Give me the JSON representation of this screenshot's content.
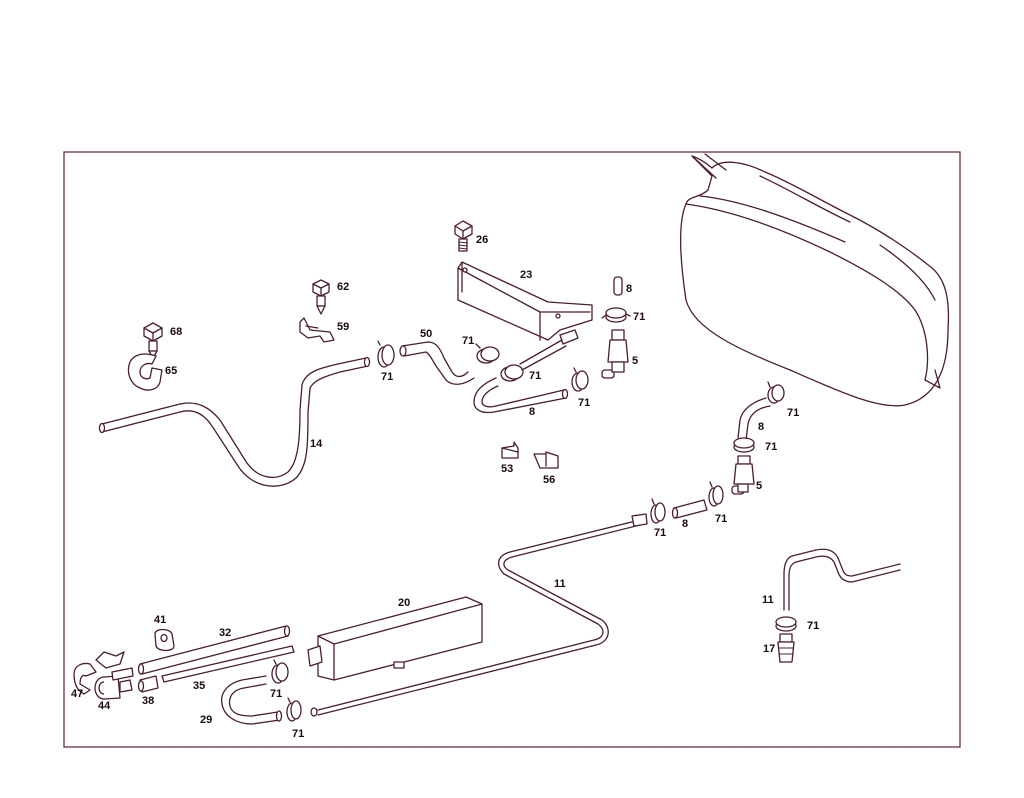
{
  "diagram": {
    "frame_color": "#5a1e2a",
    "line_color": "#4a1f28",
    "labels": {
      "p26": "26",
      "p23": "23",
      "p8a": "8",
      "p71a": "71",
      "p5a": "5",
      "p62": "62",
      "p59": "59",
      "p68": "68",
      "p65": "65",
      "p50": "50",
      "p71b": "71",
      "p71c": "71",
      "p71d": "71",
      "p8b": "8",
      "p71e": "71",
      "p14": "14",
      "p53": "53",
      "p56": "56",
      "p71f": "71",
      "p8c": "8",
      "p71g": "71",
      "p5b": "5",
      "p71h": "71",
      "p8d": "8",
      "p71i": "71",
      "p11a": "11",
      "p11b": "11",
      "p71j": "71",
      "p17": "17",
      "p20": "20",
      "p41": "41",
      "p32": "32",
      "p35": "35",
      "p47": "47",
      "p44": "44",
      "p38": "38",
      "p71k": "71",
      "p29": "29",
      "p71l": "71"
    }
  }
}
